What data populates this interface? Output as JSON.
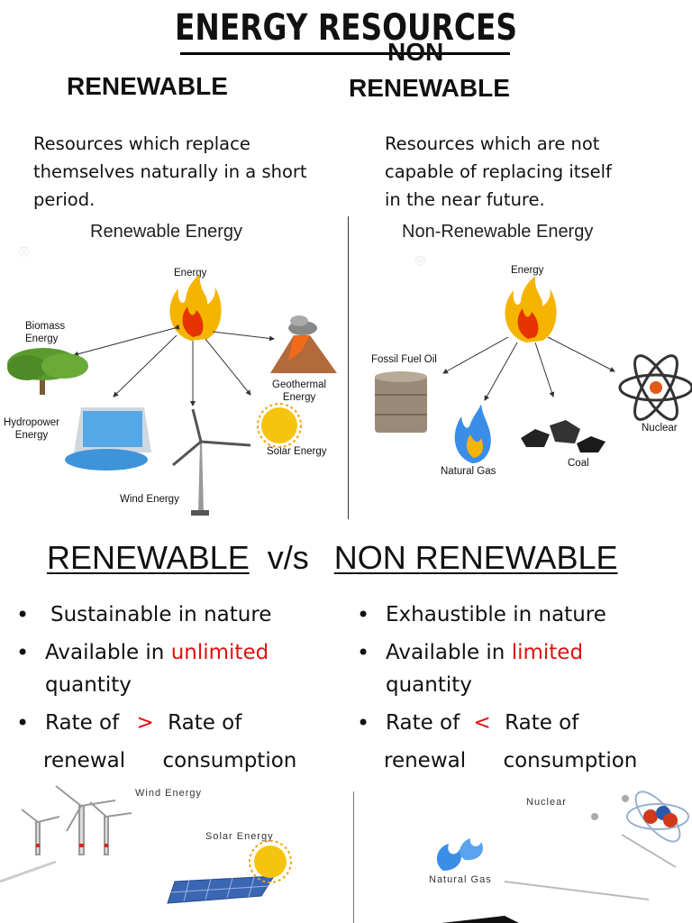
{
  "header": {
    "title": "ENERGY RESOURCES",
    "left_heading": "RENEWABLE",
    "right_heading_top": "NON",
    "right_heading_bottom": "RENEWABLE"
  },
  "definitions": {
    "renewable": [
      "Resources which replace",
      "themselves naturally in a short",
      "period."
    ],
    "non_renewable": [
      "Resources which are not",
      "capable of replacing itself",
      "in the near future."
    ]
  },
  "diagram_renewable": {
    "title": "Renewable Energy",
    "center": "Energy",
    "items": {
      "biomass": [
        "Biomass",
        "Energy"
      ],
      "geothermal": [
        "Geothermal",
        "Energy"
      ],
      "hydropower": [
        "Hydropower",
        "Energy"
      ],
      "solar": "Solar Energy",
      "wind": "Wind Energy"
    }
  },
  "diagram_non_renewable": {
    "title": "Non-Renewable Energy",
    "center": "Energy",
    "items": {
      "fossil": "Fossil Fuel Oil",
      "nuclear": "Nuclear",
      "gas": "Natural Gas",
      "coal": "Coal"
    }
  },
  "compare": {
    "left": "RENEWABLE",
    "vs": "v/s",
    "right": "NON RENEWABLE"
  },
  "left_points": {
    "p1": "Sustainable in nature",
    "p2_a": "Available in ",
    "p2_b": "unlimited",
    "p2_c": "quantity",
    "p3_a": "Rate of",
    "p3_sym": ">",
    "p3_b": "Rate of",
    "p3_c": "renewal",
    "p3_d": "consumption"
  },
  "right_points": {
    "p1": "Exhaustible in nature",
    "p2_a": "Available in ",
    "p2_b": "limited",
    "p2_c": "quantity",
    "p3_a": "Rate of",
    "p3_sym": "<",
    "p3_b": "Rate of",
    "p3_c": "renewal",
    "p3_d": "consumption"
  },
  "bottom_labels": {
    "wind": "Wind Energy",
    "solar": "Solar Energy",
    "nuclear": "Nuclear",
    "gas": "Natural Gas"
  },
  "colors": {
    "highlight": "#e01010",
    "flame_outer": "#f5b400",
    "flame_inner": "#e53400",
    "gas_blue": "#3b8ee8",
    "sun": "#f6c40f"
  }
}
